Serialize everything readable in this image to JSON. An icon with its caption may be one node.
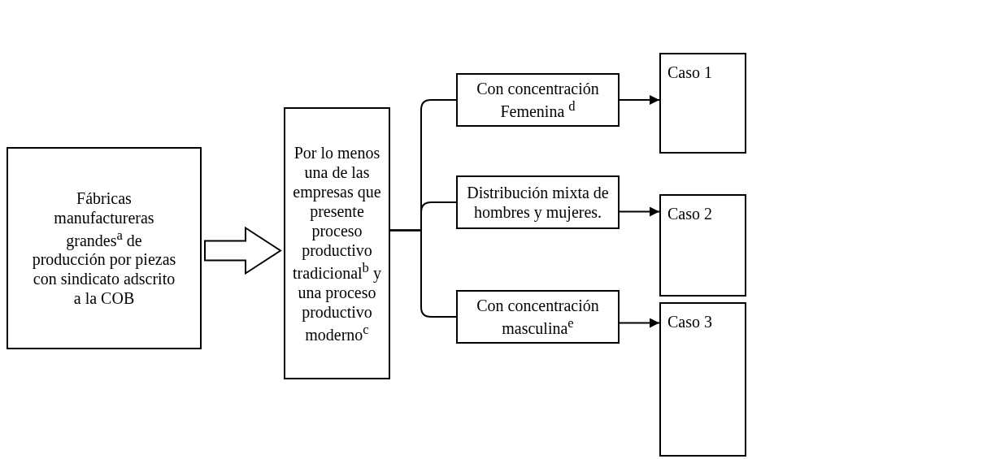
{
  "diagram": {
    "nodes": [
      {
        "text": [
          "Fábricas manufactureras grandes$^{a}$ de producción por piezas con sindicato adscrito a la COB"
        ]
      },
      {
        "text": [
          "Por lo menos una de las empresas que presente proceso productivo tradicional$^{b}$ y una proceso productivo moderno$^{c}$"
        ]
      },
      {
        "text": [
          "Con concentración Femenina $^{d}$"
        ]
      },
      {
        "text": [
          "Distribución mixta de hombres y mujeres."
        ]
      },
      {
        "text": [
          "Con concentración masculina$^{e}$"
        ]
      },
      {
        "text": [
          "Caso 1"
        ]
      },
      {
        "text": [
          "Caso 2"
        ]
      },
      {
        "text": [
          "Caso 3"
        ]
      }
    ],
    "edges": [
      {
        "from": 0,
        "to": 1,
        "arrow": "to",
        "style": "thick"
      },
      {
        "from": 1,
        "to": 2,
        "arrow": "none"
      },
      {
        "from": 1,
        "to": 3,
        "arrow": "none"
      },
      {
        "from": 1,
        "to": 4,
        "arrow": "none"
      },
      {
        "from": 2,
        "to": 5,
        "arrow": "to"
      },
      {
        "from": 3,
        "to": 6,
        "arrow": "to"
      },
      {
        "from": 4,
        "to": 7,
        "arrow": "to"
      }
    ]
  }
}
